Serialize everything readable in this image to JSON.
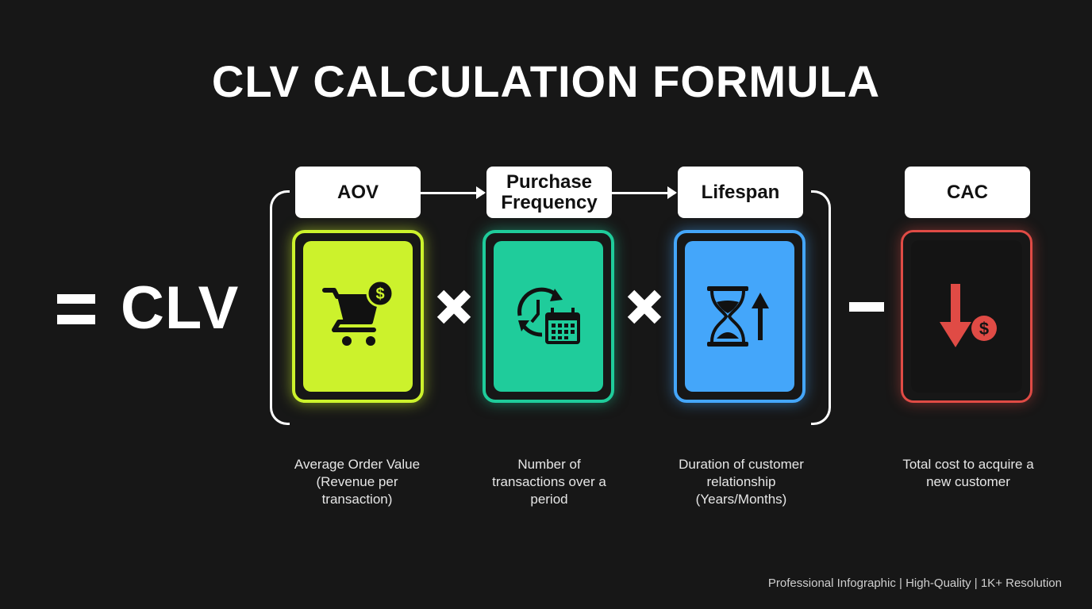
{
  "title": "CLV CALCULATION FORMULA",
  "result": {
    "equals": "=",
    "label": "CLV"
  },
  "operators": {
    "multiply_1": "×",
    "multiply_2": "×",
    "minus": "−"
  },
  "components": [
    {
      "label": "AOV",
      "icon": "shopping-cart-dollar-icon",
      "color": "#CCF22C",
      "description": "Average Order Value (Revenue per transaction)"
    },
    {
      "label": "Purchase Frequency",
      "icon": "clock-cycle-calendar-icon",
      "color": "#1FCC9B",
      "description": "Number of transactions over a period"
    },
    {
      "label": "Lifespan",
      "icon": "hourglass-arrow-up-icon",
      "color": "#44A6FA",
      "description": "Duration of customer relationship (Years/Months)"
    },
    {
      "label": "CAC",
      "icon": "arrow-down-dollar-icon",
      "color": "#E04B45",
      "description": "Total cost to acquire a new customer"
    }
  ],
  "footer": "Professional Infographic | High-Quality | 1K+ Resolution"
}
